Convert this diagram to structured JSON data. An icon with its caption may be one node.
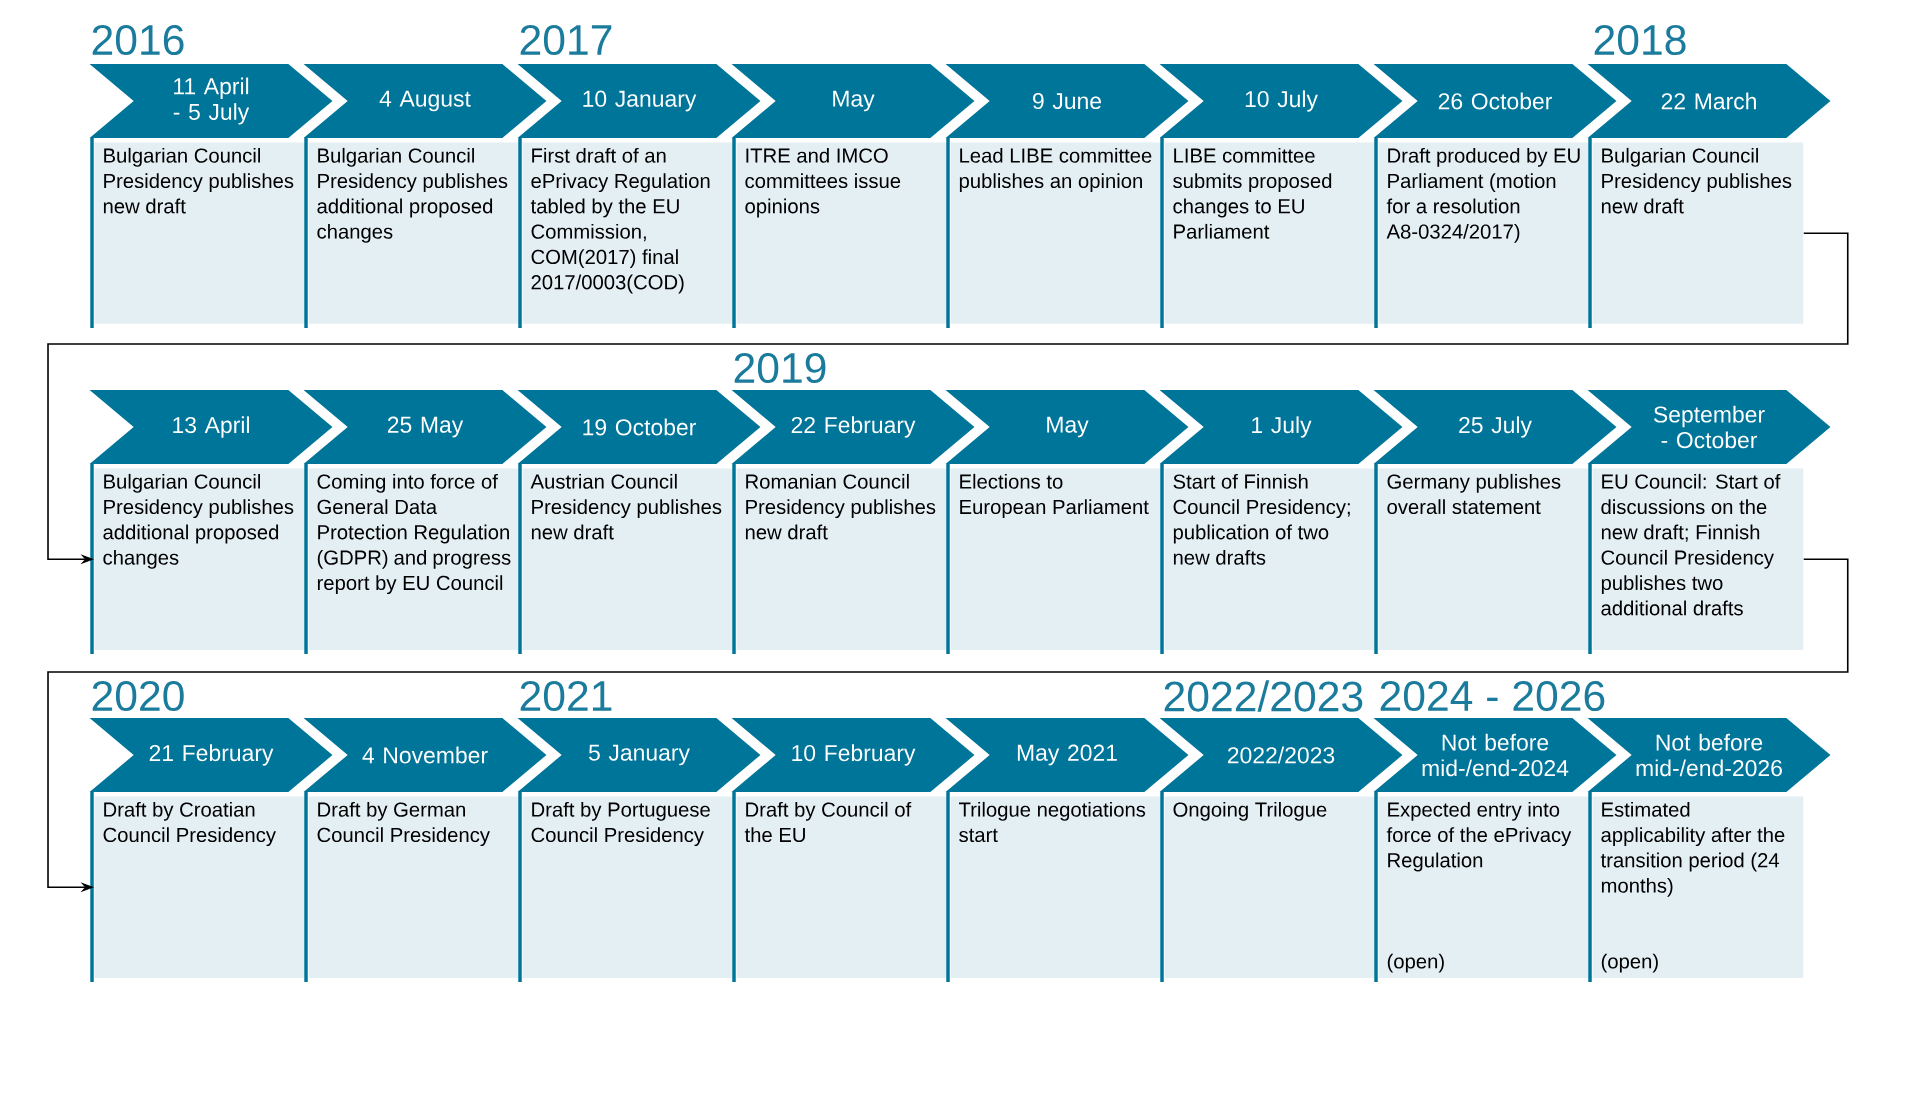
{
  "diagram": {
    "nodes": [
      {
        "text": [
          "11 April - 5 July"
        ]
      },
      {
        "text": [
          "Bulgarian Council Presidency publishes new draft"
        ]
      },
      {
        "text": [
          "4 August"
        ]
      },
      {
        "text": [
          "Bulgarian Council Presidency publishes additional proposed changes"
        ]
      },
      {
        "text": [
          "10 January"
        ]
      },
      {
        "text": [
          "First draft of an ePrivacy Regulation tabled by the EU Commission, COM(2017) final 2017/0003(COD)"
        ]
      },
      {
        "text": [
          "May"
        ]
      },
      {
        "text": [
          "ITRE and IMCO committees issue opinions"
        ]
      },
      {
        "text": [
          "9 June"
        ]
      },
      {
        "text": [
          "Lead LIBE committee publishes an opinion"
        ]
      },
      {
        "text": [
          "10 July"
        ]
      },
      {
        "text": [
          "LIBE committee submits proposed changes to EU Parliament"
        ]
      },
      {
        "text": [
          "26 October"
        ]
      },
      {
        "text": [
          "Draft produced by EU Parliament (motion for a resolution A8-0324/2017)"
        ]
      },
      {
        "text": [
          "22 March"
        ]
      },
      {
        "text": [
          "Bulgarian Council Presidency publishes new draft"
        ]
      },
      {
        "text": [
          "13 April"
        ]
      },
      {
        "text": [
          "Bulgarian Council Presidency publishes additional proposed changes"
        ]
      },
      {
        "text": [
          "25 May"
        ]
      },
      {
        "text": [
          "Coming into force of General Data Protection Regulation (GDPR) and progress report by EU Council"
        ]
      },
      {
        "text": [
          "19 October"
        ]
      },
      {
        "text": [
          "Austrian Council Presidency publishes new draft"
        ]
      },
      {
        "text": [
          "22 February"
        ]
      },
      {
        "text": [
          "Romanian Council Presidency publishes new draft"
        ]
      },
      {
        "text": [
          "May"
        ]
      },
      {
        "text": [
          "Elections to European Parliament"
        ]
      },
      {
        "text": [
          "1 July"
        ]
      },
      {
        "text": [
          "Start of Finnish Council Presidency; publication of two new drafts"
        ]
      },
      {
        "text": [
          "25 July"
        ]
      },
      {
        "text": [
          "Germany publishes overall statement"
        ]
      },
      {
        "text": [
          "September - October"
        ]
      },
      {
        "text": [
          "EU Council: Start of discussions on the new draft; Finnish Council Presidency publishes two additional drafts"
        ]
      },
      {
        "text": [
          "21 February"
        ]
      },
      {
        "text": [
          "Draft by Croatian Council Presidency"
        ]
      },
      {
        "text": [
          "4 November"
        ]
      },
      {
        "text": [
          "Draft by German Council Presidency"
        ]
      },
      {
        "text": [
          "5 January"
        ]
      },
      {
        "text": [
          "Draft by Portuguese Council Presidency"
        ]
      },
      {
        "text": [
          "10 February"
        ]
      },
      {
        "text": [
          "Draft by Council of the EU"
        ]
      },
      {
        "text": [
          "May 2021"
        ]
      },
      {
        "text": [
          "Trilogue negotiations start"
        ]
      },
      {
        "text": [
          "2022/2023"
        ]
      },
      {
        "text": [
          "Ongoing Trilogue"
        ]
      },
      {
        "text": [
          "Not before mid-/end-2024"
        ]
      },
      {
        "text": [
          "Expected entry into force of the ePrivacy Regulation",
          "(open)"
        ]
      },
      {
        "text": [
          "Not before mid-/end-2026"
        ]
      },
      {
        "text": [
          "Estimated applicability after the transition period (24 months)",
          "(open)"
        ]
      }
    ],
    "edges": [
      {
        "from": 15,
        "to": 17,
        "arrow": "to"
      },
      {
        "from": 31,
        "to": 33,
        "arrow": "to"
      }
    ],
    "labels": [
      "2016",
      "2017",
      "2018",
      "2019",
      "2020",
      "2021",
      "2022/2023",
      "2024 - 2026"
    ]
  }
}
